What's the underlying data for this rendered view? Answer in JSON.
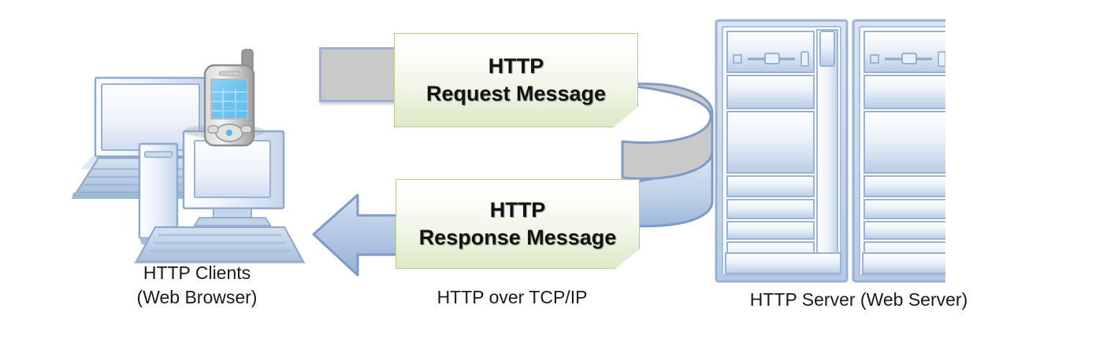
{
  "diagram": {
    "title": "HTTP over TCP/IP client server communication",
    "colors": {
      "box_border": "#b6cd96",
      "box_fill_top": "#ffffff",
      "box_fill_bottom": "#dde9c6",
      "arrow_blue": "#adc2e0",
      "arrow_blue_stroke": "#7d9bc8",
      "arrow_gray": "#c9c9c9",
      "device_blue": "#b9cce4",
      "device_stroke": "#8fa9cd",
      "pda_gray": "#b7b7b7",
      "pda_screen": "#6ec4f0",
      "text": "#1a1a1a"
    }
  },
  "clients": {
    "caption": "HTTP Clients\n(Web Browser)",
    "devices": [
      {
        "name": "laptop",
        "label": "Laptop computer"
      },
      {
        "name": "tower",
        "label": "Desktop tower"
      },
      {
        "name": "monitor",
        "label": "Desktop monitor and keyboard"
      },
      {
        "name": "pda",
        "label": "Handheld PDA phone"
      }
    ]
  },
  "transport": {
    "caption": "HTTP over TCP/IP"
  },
  "messages": {
    "request": {
      "line1": "HTTP",
      "line2": "Request Message",
      "direction": "client-to-server"
    },
    "response": {
      "line1": "HTTP",
      "line2": "Response Message",
      "direction": "server-to-client"
    }
  },
  "server": {
    "caption": "HTTP Server (Web Server)",
    "racks": 2,
    "bays_per_rack": 7
  }
}
